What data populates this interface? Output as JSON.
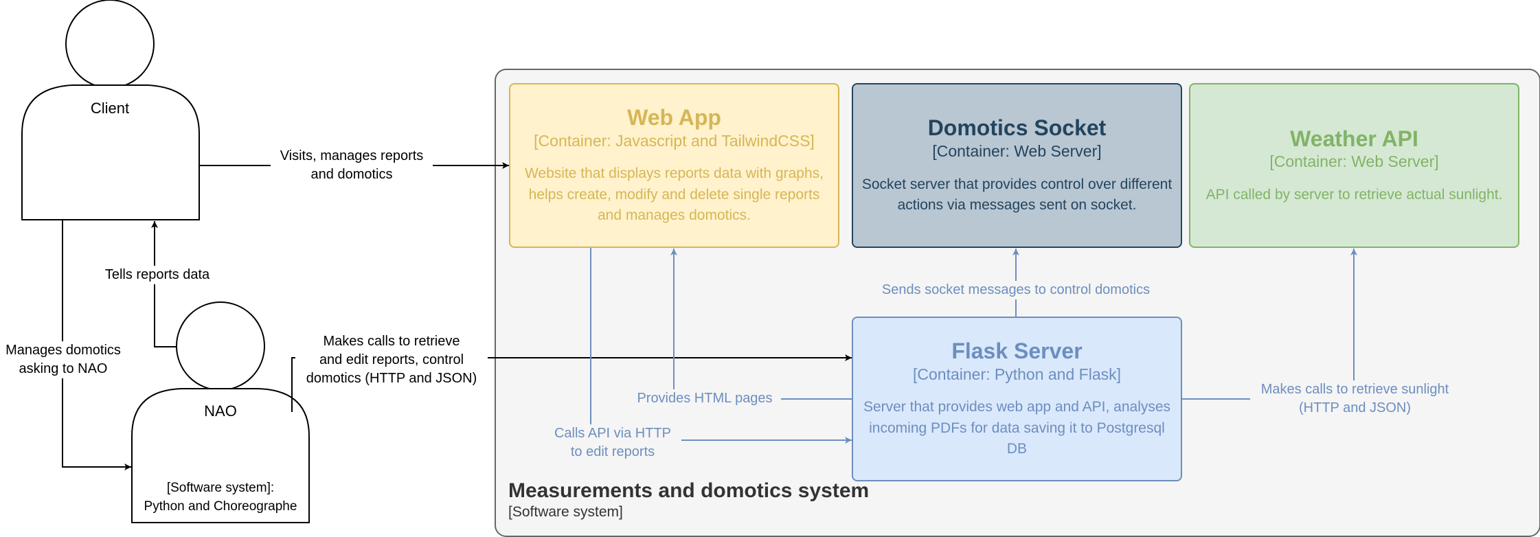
{
  "actors": {
    "client": {
      "name": "Client"
    },
    "nao": {
      "name": "NAO",
      "desc_line1": "[Software system]:",
      "desc_line2": "Python and Choreographe"
    }
  },
  "system": {
    "title": "Measurements and domotics system",
    "subtitle": "[Software system]"
  },
  "containers": {
    "web_app": {
      "title": "Web App",
      "tech": "[Container: Javascript and TailwindCSS]",
      "desc_lines": [
        "Website that displays reports data with graphs,",
        "helps create, modify and delete single reports",
        "and manages domotics."
      ]
    },
    "domotics_socket": {
      "title": "Domotics Socket",
      "tech": "[Container: Web Server]",
      "desc_lines": [
        "Socket server that provides control over different",
        "actions via messages sent on socket."
      ]
    },
    "weather_api": {
      "title": "Weather API",
      "tech": "[Container: Web Server]",
      "desc_lines": [
        "API called by server to retrieve actual sunlight."
      ]
    },
    "flask_server": {
      "title": "Flask Server",
      "tech": "[Container: Python and Flask]",
      "desc_lines": [
        "Server that provides web app and API, analyses",
        "incoming PDFs for data saving it to Postgresql",
        "DB"
      ]
    }
  },
  "relations": {
    "client_webapp": [
      "Visits, manages reports",
      "and domotics"
    ],
    "nao_client": [
      "Tells reports data"
    ],
    "client_nao": [
      "Manages domotics",
      "asking to NAO"
    ],
    "nao_flask": [
      "Makes calls to retrieve",
      "and edit reports, control",
      "domotics (HTTP and JSON)"
    ],
    "flask_socket": [
      "Sends socket messages to control domotics"
    ],
    "flask_webapp": [
      "Provides HTML pages"
    ],
    "webapp_flask": [
      "Calls API via HTTP",
      "to edit reports"
    ],
    "flask_weather": [
      "Makes calls to retrieve sunlight",
      "(HTTP and JSON)"
    ]
  },
  "colors": {
    "system_fill": "#f5f5f5",
    "system_border": "#666666",
    "webapp_fill": "#fff2cc",
    "webapp_border": "#d6b656",
    "webapp_text": "#d6b656",
    "socket_fill": "#b9c7d3",
    "socket_border": "#23445d",
    "socket_text": "#23445d",
    "weather_fill": "#d5e8d4",
    "weather_border": "#82b366",
    "weather_text": "#82b366",
    "flask_fill": "#dae8fc",
    "flask_border": "#6c8ebf",
    "flask_text": "#6c8ebf",
    "edge_blue": "#6c8ebf",
    "edge_black": "#000000"
  }
}
